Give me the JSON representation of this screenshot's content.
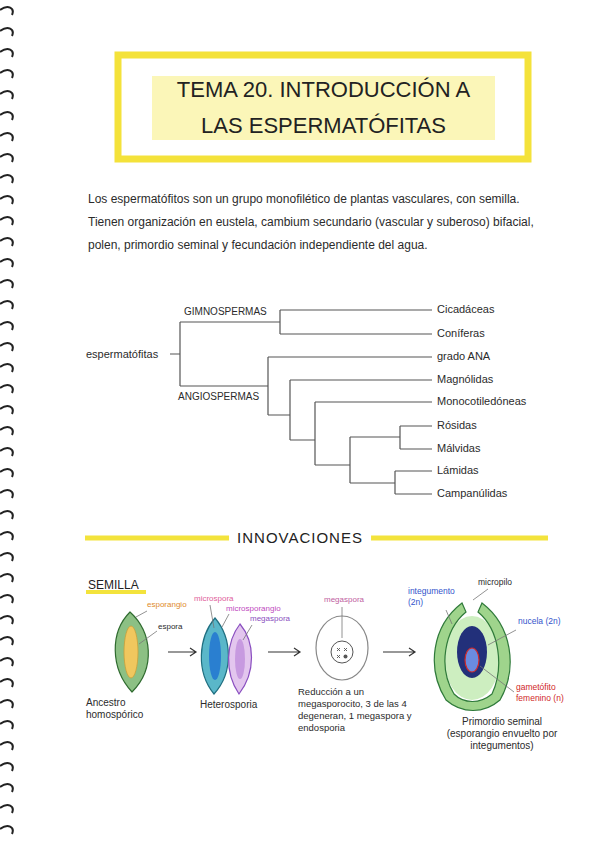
{
  "diagram": {
    "title": "TEMA 20. INTRODUCCIÓN A LAS ESPERMATÓFITAS",
    "labels": [
      "Los espermatófitos son un grupo monofilético de plantas vasculares, con semilla. Tienen organización en eustela, cambium secundario (vascular y suberoso) bifacial, polen, primordio seminal y fecundación independiente del agua.",
      "GIMNOSPERMAS",
      "Cicadáceas",
      "Coníferas",
      "espermatófitas",
      "grado ANA",
      "ANGIOSPERMAS",
      "Magnólidas",
      "Monocotiledóneas",
      "Rósidas",
      "Málvidas",
      "Lámidas",
      "Campanúlidas",
      "INNOVACIONES",
      "SEMILLA",
      "esporangio",
      "microspora",
      "microsporangio",
      "megaspora",
      "megaspora",
      "micropilo",
      "integumento (2n)",
      "nucela (2n)",
      "espora",
      "gametófito femenino (n)",
      "Ancestro homospórico",
      "Heterosporia",
      "Reducción a un megasporocito, 3 de las 4 degeneran, 1 megaspora y endosporia",
      "Primordio seminal (esporangio envuelto por integumentos)"
    ]
  }
}
